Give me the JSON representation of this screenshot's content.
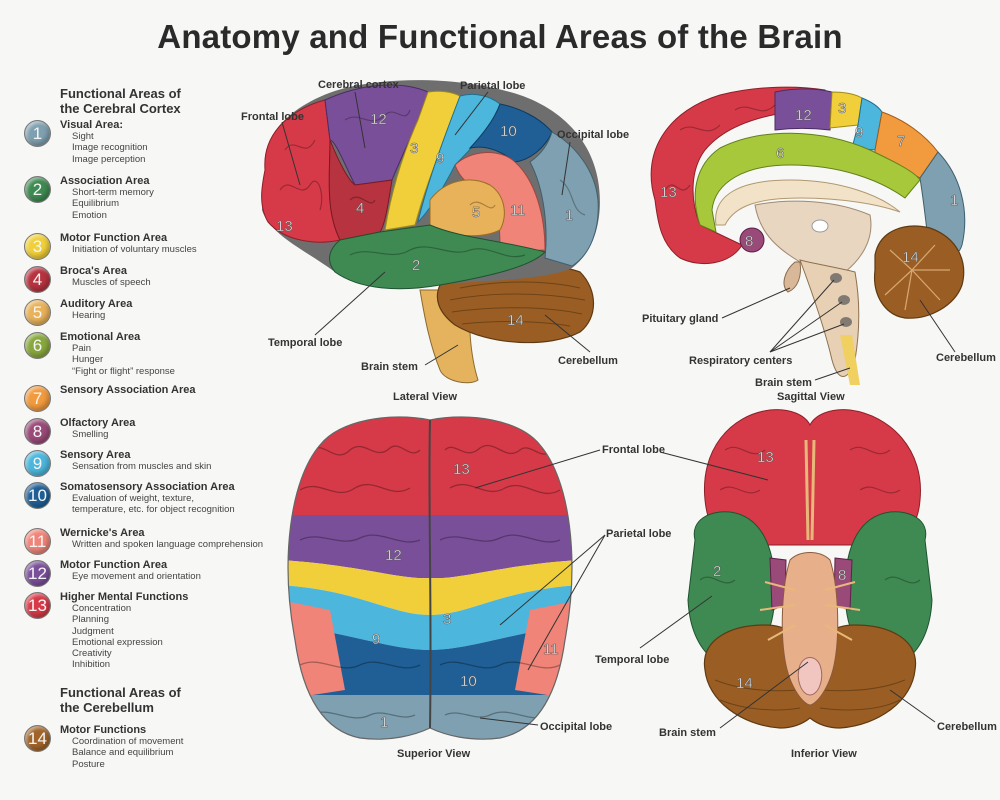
{
  "title": "Anatomy and Functional Areas of the Brain",
  "legend": {
    "cortex_heading": "Functional Areas of\nthe Cerebral Cortex",
    "cerebellum_heading": "Functional Areas of\nthe Cerebellum",
    "items": [
      {
        "num": "1",
        "name": "Visual Area:",
        "desc": [
          "Sight",
          "Image recognition",
          "Image perception"
        ],
        "color": "#7fa0b0"
      },
      {
        "num": "2",
        "name": "Association Area",
        "desc": [
          "Short-term memory",
          "Equilibrium",
          "Emotion"
        ],
        "color": "#3f8a52"
      },
      {
        "num": "3",
        "name": "Motor Function Area",
        "desc": [
          "Initiation of voluntary muscles"
        ],
        "color": "#f0cf3a"
      },
      {
        "num": "4",
        "name": "Broca's Area",
        "desc": [
          "Muscles of speech"
        ],
        "color": "#b6333f"
      },
      {
        "num": "5",
        "name": "Auditory Area",
        "desc": [
          "Hearing"
        ],
        "color": "#e8b25a"
      },
      {
        "num": "6",
        "name": "Emotional Area",
        "desc": [
          "Pain",
          "Hunger",
          "“Fight or flight” response"
        ],
        "color": "#88a83e"
      },
      {
        "num": "7",
        "name": "Sensory Association Area",
        "desc": [],
        "color": "#f19a3e"
      },
      {
        "num": "8",
        "name": "Olfactory Area",
        "desc": [
          "Smelling"
        ],
        "color": "#9a4a78"
      },
      {
        "num": "9",
        "name": "Sensory Area",
        "desc": [
          "Sensation from muscles and skin"
        ],
        "color": "#4cb6dc"
      },
      {
        "num": "10",
        "name": "Somatosensory Association Area",
        "desc": [
          "Evaluation of weight, texture,",
          "temperature, etc. for object recognition"
        ],
        "color": "#1f5f95"
      },
      {
        "num": "11",
        "name": "Wernicke's Area",
        "desc": [
          "Written and spoken language comprehension"
        ],
        "color": "#f08478"
      },
      {
        "num": "12",
        "name": "Motor Function Area",
        "desc": [
          "Eye movement and orientation"
        ],
        "color": "#7a4f9a"
      },
      {
        "num": "13",
        "name": "Higher Mental Functions",
        "desc": [
          "Concentration",
          "Planning",
          "Judgment",
          "Emotional expression",
          "Creativity",
          "Inhibition"
        ],
        "color": "#d63a48"
      },
      {
        "num": "14",
        "name": "Motor Functions",
        "desc": [
          "Coordination of movement",
          "Balance and equilibrium",
          "Posture"
        ],
        "color": "#a0642a"
      }
    ]
  },
  "lateral": {
    "view": "Lateral View",
    "labels": {
      "cerebral_cortex": "Cerebral cortex",
      "parietal_lobe": "Parietal lobe",
      "frontal_lobe": "Frontal lobe",
      "occipital_lobe": "Occipital lobe",
      "temporal_lobe": "Temporal lobe",
      "brain_stem": "Brain stem",
      "cerebellum": "Cerebellum"
    }
  },
  "sagittal": {
    "view": "Sagittal View",
    "labels": {
      "pituitary_gland": "Pituitary gland",
      "respiratory_centers": "Respiratory centers",
      "brain_stem": "Brain stem",
      "cerebellum": "Cerebellum"
    }
  },
  "superior": {
    "view": "Superior View",
    "labels": {
      "frontal_lobe": "Frontal lobe",
      "parietal_lobe": "Parietal lobe",
      "occipital_lobe": "Occipital lobe"
    }
  },
  "inferior": {
    "view": "Inferior View",
    "labels": {
      "temporal_lobe": "Temporal lobe",
      "brain_stem": "Brain stem",
      "cerebellum": "Cerebellum"
    }
  }
}
